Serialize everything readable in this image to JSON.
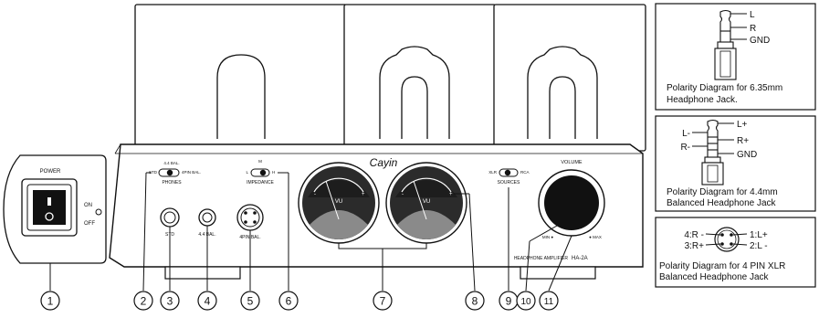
{
  "power": {
    "title": "POWER",
    "on": "ON",
    "off": "OFF"
  },
  "panel": {
    "brand": "Cayin",
    "phones_top": "4.4 BAL.",
    "phones_left": "STD",
    "phones_right": "4PIN BAL.",
    "phones_label": "PHONES",
    "imp_top": "M",
    "imp_left": "L",
    "imp_right": "H",
    "imp_label": "IMPEDANCE",
    "jack_std": "STD",
    "jack_44": "4.4 BAL.",
    "jack_4pin": "4PIN BAL.",
    "src_left": "XLR",
    "src_right": "RCA",
    "src_label": "SOURCES",
    "volume": "VOLUME",
    "vol_min": "MIN ●",
    "vol_max": "● MAX",
    "model_left": "HEADPHONE AMPLIFIER",
    "model_right": "HA-2A",
    "vu": "VU"
  },
  "callouts": [
    "1",
    "2",
    "3",
    "4",
    "5",
    "6",
    "7",
    "8",
    "9",
    "10",
    "11"
  ],
  "diagrams": {
    "d635": {
      "L": "L",
      "R": "R",
      "GND": "GND",
      "caption1": "Polarity Diagram for 6.35mm",
      "caption2": "Headphone Jack."
    },
    "d44": {
      "Lp": "L+",
      "Lm": "L-",
      "Rm": "R-",
      "Rp": "R+",
      "GND": "GND",
      "caption1": "Polarity Diagram for 4.4mm",
      "caption2": "Balanced Headphone Jack"
    },
    "dxlr": {
      "p4": "4:R -",
      "p3": "3:R+",
      "p1": "1:L+",
      "p2": "2:L -",
      "caption1": "Polarity Diagram for 4 PIN XLR",
      "caption2": "Balanced Headphone Jack"
    }
  }
}
